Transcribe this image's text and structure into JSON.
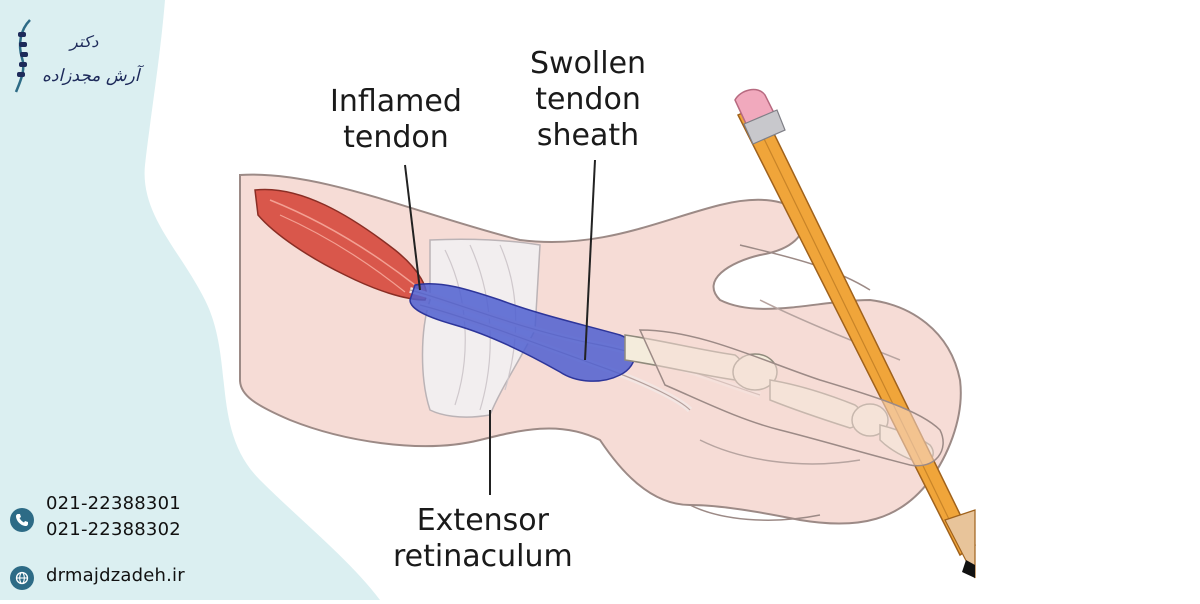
{
  "brand": {
    "title_line": "دکتر",
    "name_line": "آرش مجدزاده"
  },
  "contact": {
    "phones": [
      "021-22388301",
      "021-22388302"
    ],
    "website": "drmajdzadeh.ir"
  },
  "labels": {
    "inflamed_tendon": [
      "Inflamed",
      "tendon"
    ],
    "swollen_sheath": [
      "Swollen",
      "tendon",
      "sheath"
    ],
    "extensor_retinaculum": [
      "Extensor",
      "retinaculum"
    ]
  },
  "colors": {
    "panel": "#dbeff1",
    "accent": "#2d6b86",
    "skin": "#f6dcd6",
    "muscle": "#d9574b",
    "sheath": "#4f5fd0",
    "pencil": "#f0a53a"
  },
  "icons": [
    "spine-logo-icon",
    "phone-icon",
    "globe-icon"
  ]
}
